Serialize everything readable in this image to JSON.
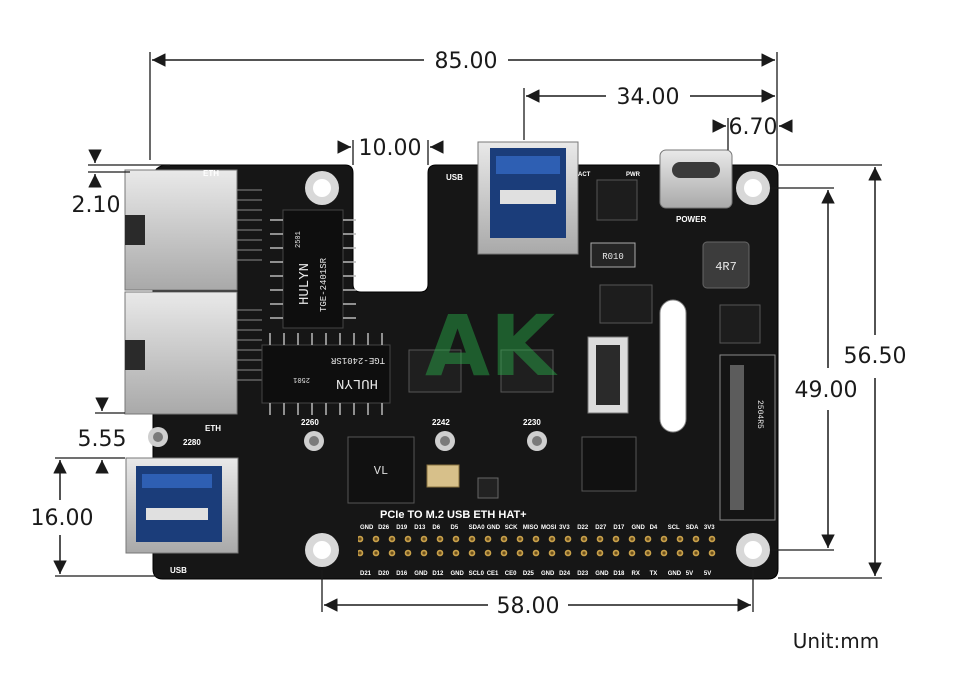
{
  "dimensions": {
    "width_total": "85.00",
    "offset_34": "34.00",
    "offset_6_70": "6.70",
    "notch_width": "10.00",
    "eth_offset": "2.10",
    "height_total": "56.50",
    "hole_spacing_v": "49.00",
    "usb_offset": "5.55",
    "usb_height": "16.00",
    "hole_spacing_h": "58.00"
  },
  "unit_label": "Unit:mm",
  "board": {
    "title": "PCIe TO M.2 USB ETH HAT+",
    "labels": {
      "eth_top": "ETH",
      "eth_bottom": "ETH",
      "usb_top": "USB",
      "usb_bottom": "USB",
      "power": "POWER",
      "act": "ACT",
      "pwr": "PWR",
      "m2_2280": "2280",
      "m2_2260": "2260",
      "m2_2242": "2242",
      "m2_2230": "2230",
      "inductor": "4R7",
      "resistor": "R010",
      "m2_slot": "2504R5",
      "transformer_1_brand": "HULYN",
      "transformer_1_code": "TGE-2401SR",
      "transformer_1_num": "2501",
      "transformer_2_brand": "HULYN",
      "transformer_2_code": "TGE-2401SR",
      "transformer_2_num": "2501",
      "watermark": "AK"
    },
    "pins_top": [
      "GND",
      "D26",
      "D19",
      "D13",
      "D6",
      "D5",
      "SDA0",
      "GND",
      "SCK",
      "MISO",
      "MOSI",
      "3V3",
      "D22",
      "D27",
      "D17",
      "GND",
      "D4",
      "SCL",
      "SDA",
      "3V3"
    ],
    "pins_bottom": [
      "D21",
      "D20",
      "D16",
      "GND",
      "D12",
      "GND",
      "SCL0",
      "CE1",
      "CE0",
      "D25",
      "GND",
      "D24",
      "D23",
      "GND",
      "D18",
      "RX",
      "TX",
      "GND",
      "5V",
      "5V"
    ]
  }
}
